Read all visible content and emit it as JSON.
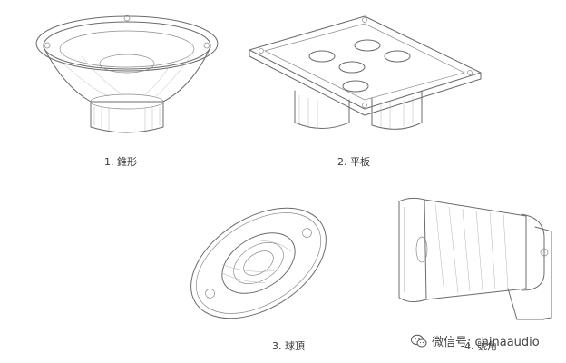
{
  "captions": {
    "cone": "1. 錐形",
    "flat": "2. 平板",
    "dome": "3. 球頂",
    "horn": "4. 號角"
  },
  "watermark": {
    "text": "微信号: chinaaudio",
    "icon": "wechat-icon"
  }
}
